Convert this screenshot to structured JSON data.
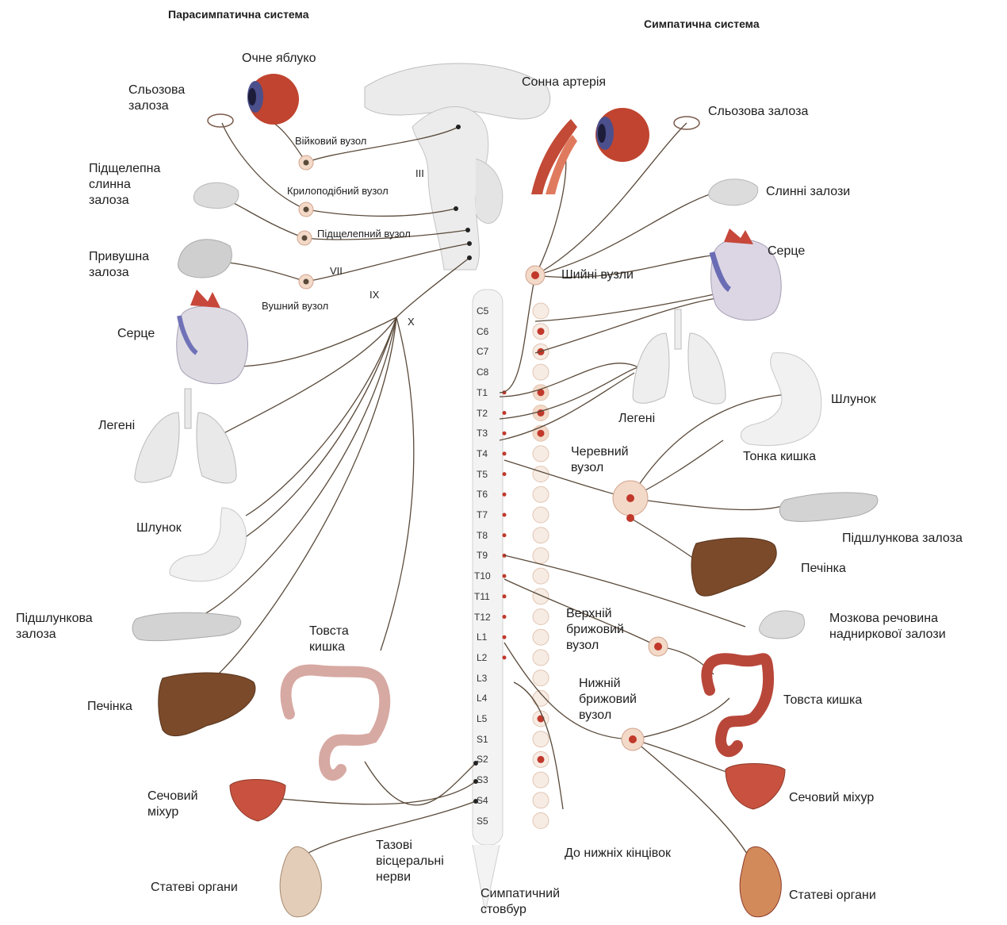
{
  "titles": {
    "parasympathetic": "Парасимпатична система",
    "sympathetic": "Симпатична система"
  },
  "left_labels": {
    "eyeball": "Очне яблуко",
    "lacrimal": "Сльозова\nзалоза",
    "ciliary_ganglion": "Війковий вузол",
    "submandibular_gland": "Підщелепна\nслинна\nзалоза",
    "pterygopalatine_ganglion": "Крилоподібний вузол",
    "submandibular_ganglion": "Підщелепний вузол",
    "parotid": "Привушна\nзалоза",
    "otic_ganglion": "Вушний вузол",
    "heart": "Серце",
    "lungs": "Легені",
    "stomach": "Шлунок",
    "pancreas": "Підшлункова\nзалоза",
    "liver": "Печінка",
    "colon": "Товста\nкишка",
    "bladder": "Сечовий\nміхур",
    "genitals": "Статеві органи",
    "pelvic_nerves": "Тазові\nвісцеральні\nнерви"
  },
  "cranial_nerves": [
    "III",
    "VII",
    "IX",
    "X"
  ],
  "right_labels": {
    "carotid": "Сонна артерія",
    "lacrimal": "Сльозова залоза",
    "salivary": "Слинні залози",
    "heart": "Серце",
    "cervical_ganglia": "Шийні вузли",
    "lungs": "Легені",
    "stomach": "Шлунок",
    "small_intestine": "Тонка кишка",
    "celiac_ganglion": "Черевний\nвузол",
    "pancreas": "Підшлункова залоза",
    "liver": "Печінка",
    "adrenal_medulla": "Мозкова речовина\nнадниркової залози",
    "sup_mesenteric": "Верхній\nбрижовий\nвузол",
    "colon": "Товста кишка",
    "inf_mesenteric": "Нижній\nбрижовий\nвузол",
    "bladder": "Сечовий міхур",
    "lower_limbs": "До нижніх кінцівок",
    "sympathetic_trunk": "Симпатичний\nстовбур",
    "genitals": "Статеві органи"
  },
  "segments": [
    "C5",
    "C6",
    "C7",
    "C8",
    "T1",
    "T2",
    "T3",
    "T4",
    "T5",
    "T6",
    "T7",
    "T8",
    "T9",
    "T10",
    "T11",
    "T12",
    "L1",
    "L2",
    "L3",
    "L4",
    "L5",
    "S1",
    "S2",
    "S3",
    "S4",
    "S5"
  ],
  "colors": {
    "nerve": "#5a4a3a",
    "ganglion": "#c0392b",
    "ganglion_halo": "#f3d9c8",
    "brain": "#ececec",
    "organ_red": "#b8473a",
    "liver": "#7a4a2a",
    "gray_organ": "#d6d6d6"
  }
}
